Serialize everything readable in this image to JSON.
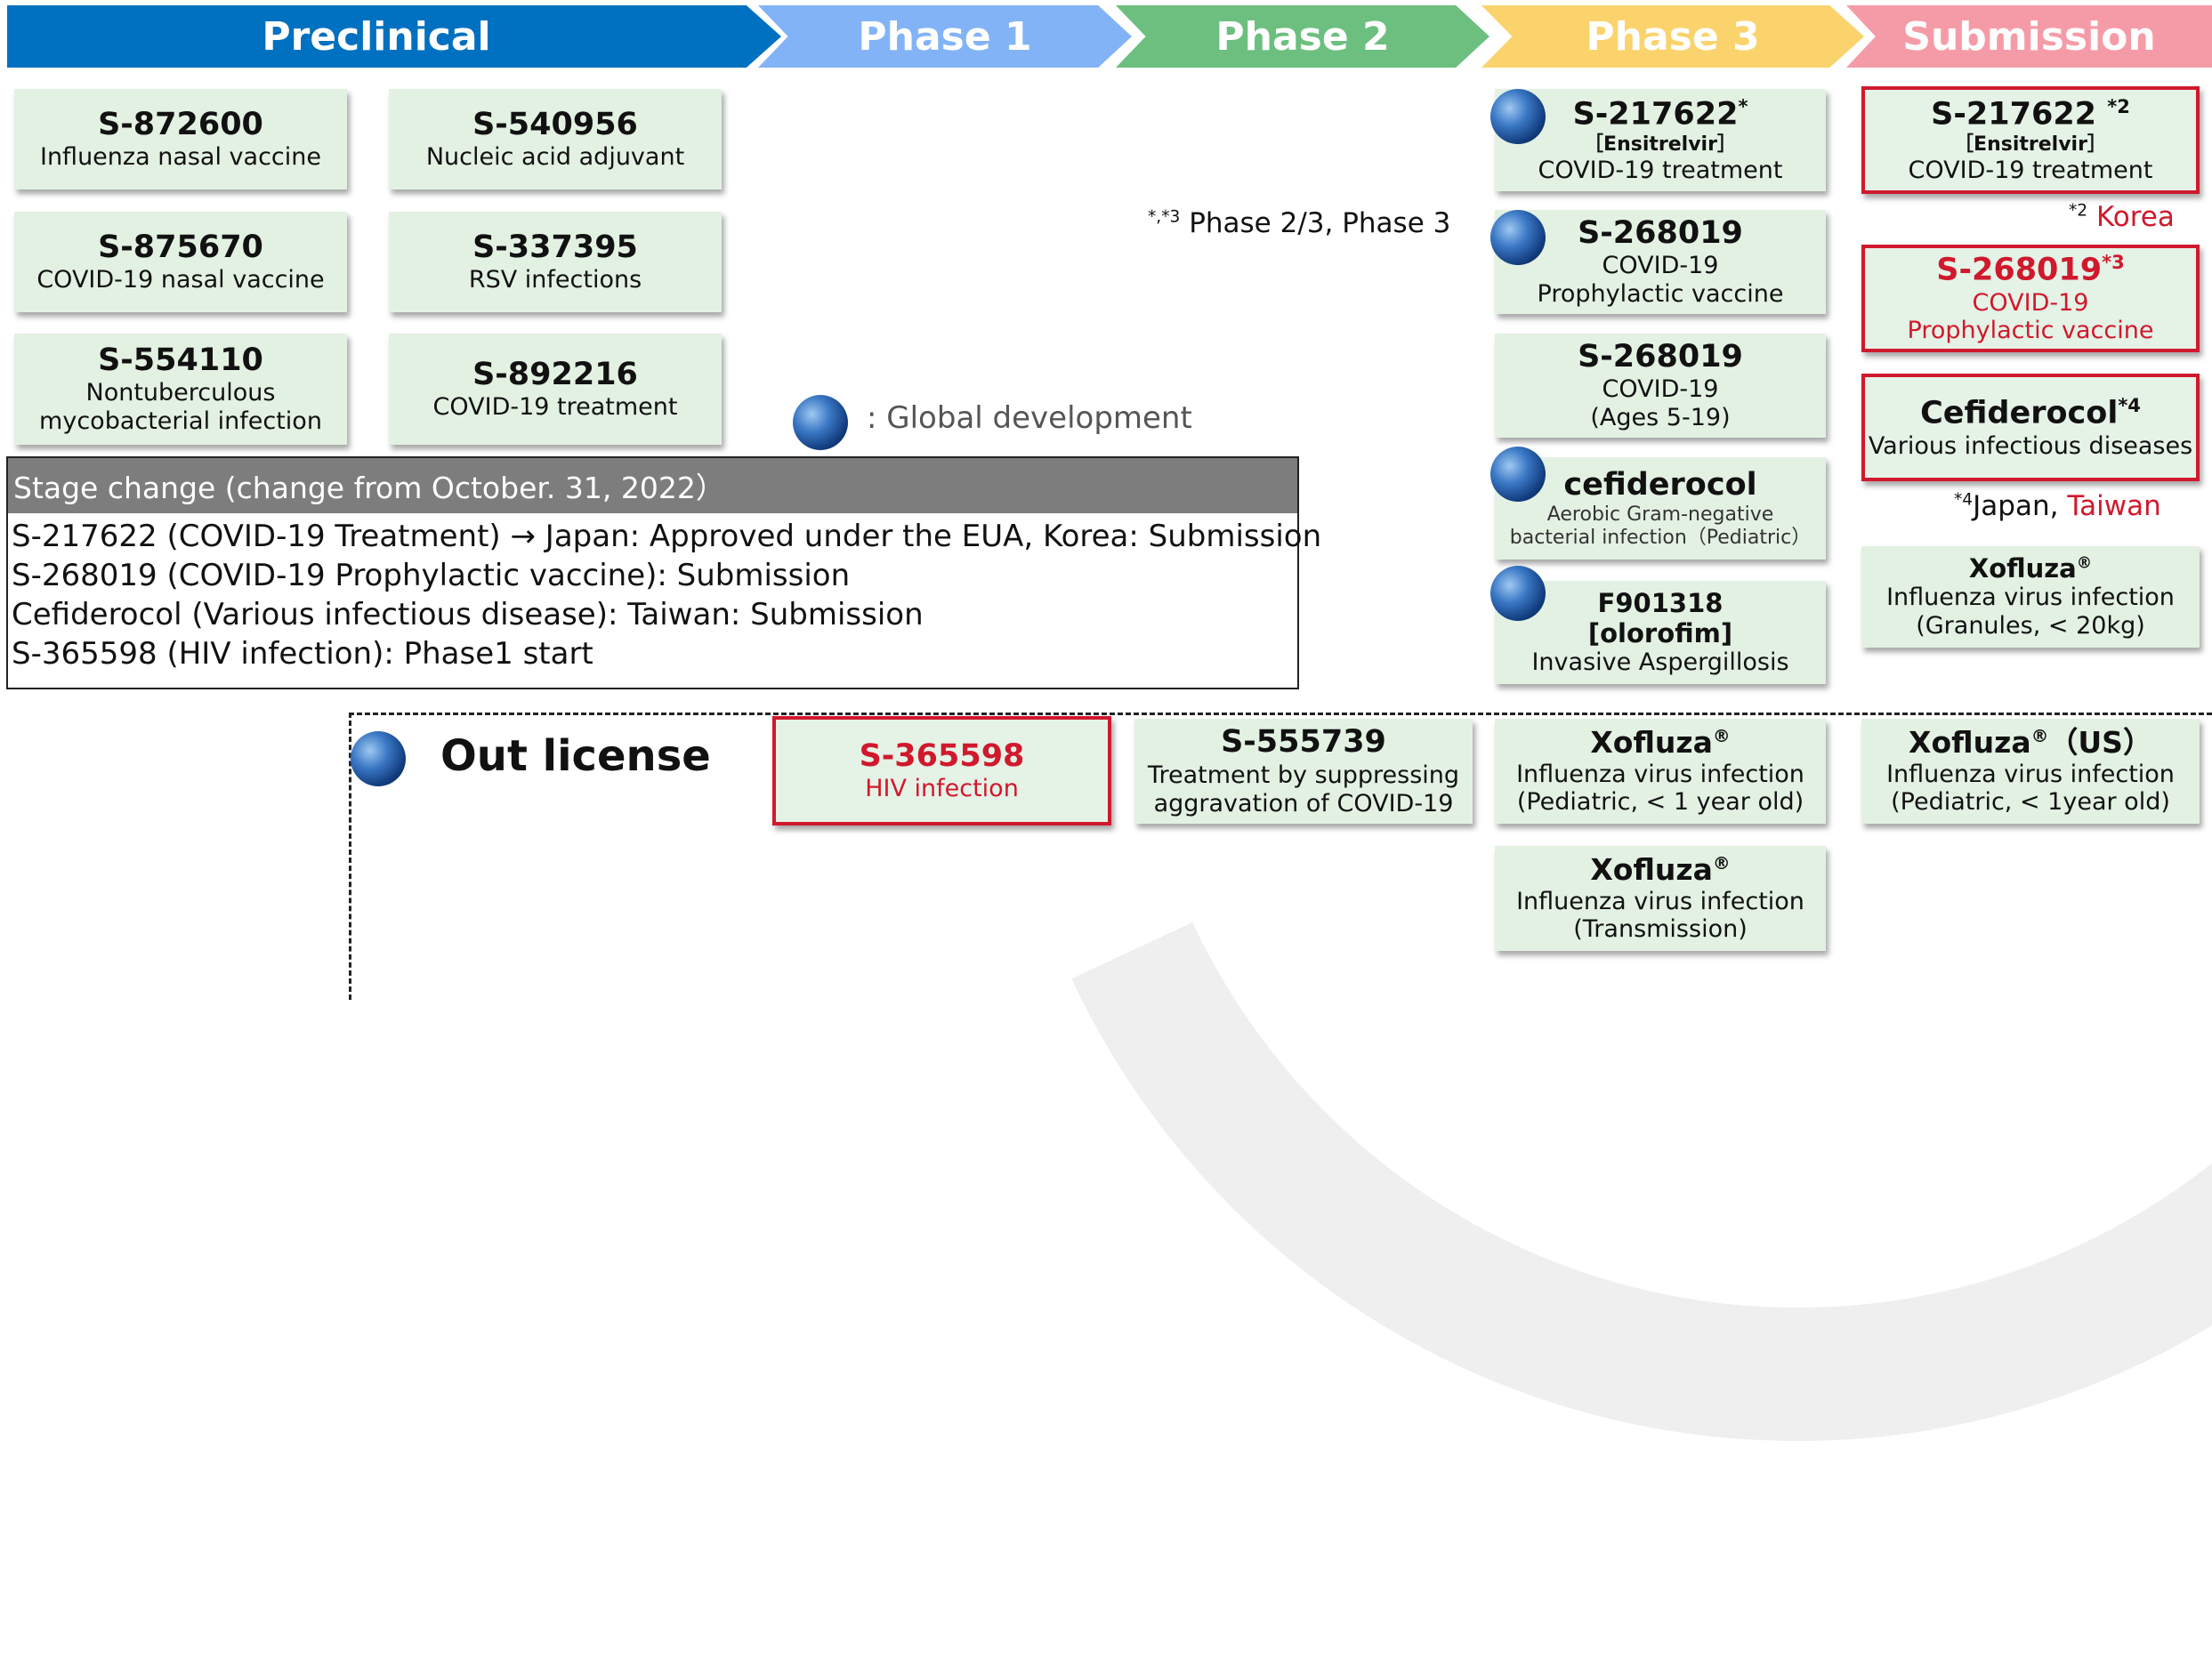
{
  "phases": [
    "Preclinical",
    "Phase 1",
    "Phase 2",
    "Phase 3",
    "Submission"
  ],
  "phase_colors": [
    "#0070c0",
    "#82b3f6",
    "#6dbf7f",
    "#fbd36d",
    "#f59ba7"
  ],
  "preclinical": [
    {
      "code": "S-872600",
      "desc": "Influenza nasal vaccine"
    },
    {
      "code": "S-540956",
      "desc": "Nucleic acid adjuvant"
    },
    {
      "code": "S-875670",
      "desc": "COVID-19 nasal vaccine"
    },
    {
      "code": "S-337395",
      "desc": "RSV infections"
    },
    {
      "code": "S-554110",
      "desc1": "Nontuberculous",
      "desc2": "mycobacterial infection"
    },
    {
      "code": "S-892216",
      "desc": "COVID-19 treatment"
    }
  ],
  "phase3": [
    {
      "code": "S-217622",
      "sup": "*",
      "bracket": "［Ensitrelvir］",
      "desc": "COVID-19 treatment"
    },
    {
      "code": "S-268019",
      "desc1": "COVID-19",
      "desc2": "Prophylactic vaccine"
    },
    {
      "code": "S-268019",
      "desc1": "COVID-19",
      "desc2": "(Ages 5-19)"
    },
    {
      "code": "cefiderocol",
      "desc1": "Aerobic Gram-negative",
      "desc2": "bacterial infection（Pediatric）"
    },
    {
      "code": "F901318",
      "bracket": "[olorofim]",
      "desc": "Invasive Aspergillosis"
    }
  ],
  "submission": [
    {
      "code": "S-217622 ",
      "sup": "*2",
      "bracket": "［Ensitrelvir］",
      "desc": "COVID-19 treatment"
    },
    {
      "code": "S-268019",
      "sup": "*3",
      "desc1": "COVID-19",
      "desc2": "Prophylactic vaccine"
    },
    {
      "code": "Cefiderocol",
      "sup": "*4",
      "desc": "Various infectious diseases"
    },
    {
      "code": "Xofluza",
      "sup": "®",
      "desc1": "Influenza virus infection",
      "desc2": "(Granules, < 20kg)"
    }
  ],
  "notes": {
    "phase23_sup": "*,*3",
    "phase23": " Phase 2/3, Phase 3",
    "korea_sup": "*2",
    "korea": " Korea",
    "taiwan_sup": "*4",
    "japan": "Japan, ",
    "taiwan": "Taiwan",
    "global": ": Global development"
  },
  "stage_change": {
    "title": "Stage change (change from October. 31, 2022）",
    "lines": [
      "S-217622 (COVID-19 Treatment) → Japan: Approved under the EUA, Korea: Submission",
      "S-268019 (COVID-19 Prophylactic vaccine): Submission",
      "Cefiderocol (Various infectious disease): Taiwan: Submission",
      "S-365598 (HIV infection): Phase1 start"
    ]
  },
  "out_license": {
    "label": "Out license",
    "phase1": {
      "code": "S-365598",
      "desc": "HIV infection"
    },
    "phase2": {
      "code": "S-555739",
      "desc1": "Treatment by suppressing",
      "desc2": "aggravation of COVID-19"
    },
    "phase3a": {
      "code": "Xofluza",
      "sup": "®",
      "desc1": "Influenza virus infection",
      "desc2": "(Pediatric, < 1 year old)"
    },
    "phase3b": {
      "code": "Xofluza",
      "sup": "®",
      "desc1": "Influenza virus infection",
      "desc2": "(Transmission)"
    },
    "submission": {
      "code": "Xofluza",
      "sup": "®",
      "code_suffix": "（US）",
      "desc1": "Influenza virus infection",
      "desc2": "(Pediatric, < 1year old)"
    }
  }
}
